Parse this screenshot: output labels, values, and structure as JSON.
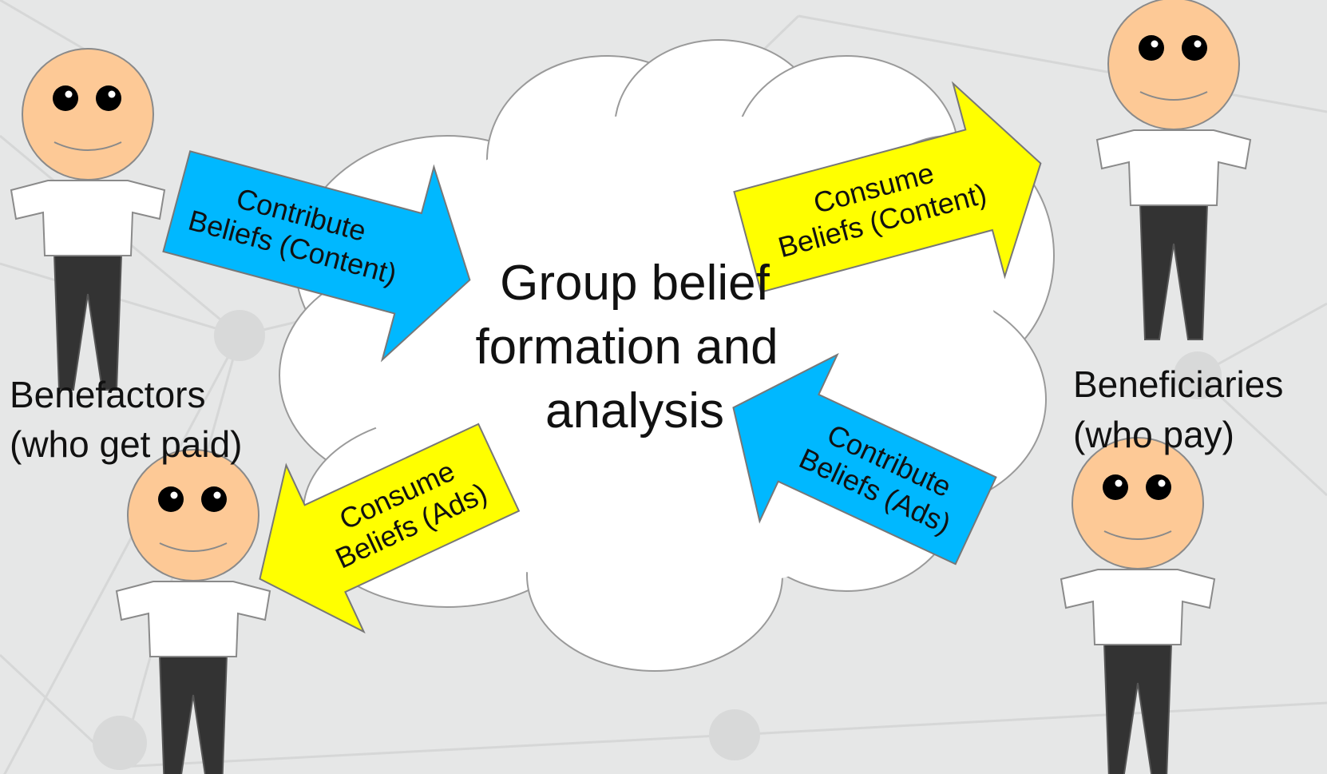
{
  "center": {
    "lines": [
      "Group belief",
      "formation and",
      "analysis"
    ]
  },
  "groups": {
    "benefactors": {
      "lines": [
        "Benefactors",
        "(who get paid)"
      ]
    },
    "beneficiaries": {
      "lines": [
        "Beneficiaries",
        "(who pay)"
      ]
    }
  },
  "arrows": {
    "contribute_content": {
      "lines": [
        "Contribute",
        "Beliefs (Content)"
      ],
      "color": "#00b8ff"
    },
    "consume_content": {
      "lines": [
        "Consume",
        "Beliefs (Content)"
      ],
      "color": "#ffff00"
    },
    "consume_ads": {
      "lines": [
        "Consume",
        "Beliefs (Ads)"
      ],
      "color": "#ffff00"
    },
    "contribute_ads": {
      "lines": [
        "Contribute",
        "Beliefs (Ads)"
      ],
      "color": "#00b8ff"
    }
  },
  "colors": {
    "background": "#e6e7e7",
    "cloud": "#ffffff",
    "skin": "#fdc996",
    "shirt": "#ffffff",
    "pants": "#333333",
    "outline": "#8a8a8a"
  }
}
